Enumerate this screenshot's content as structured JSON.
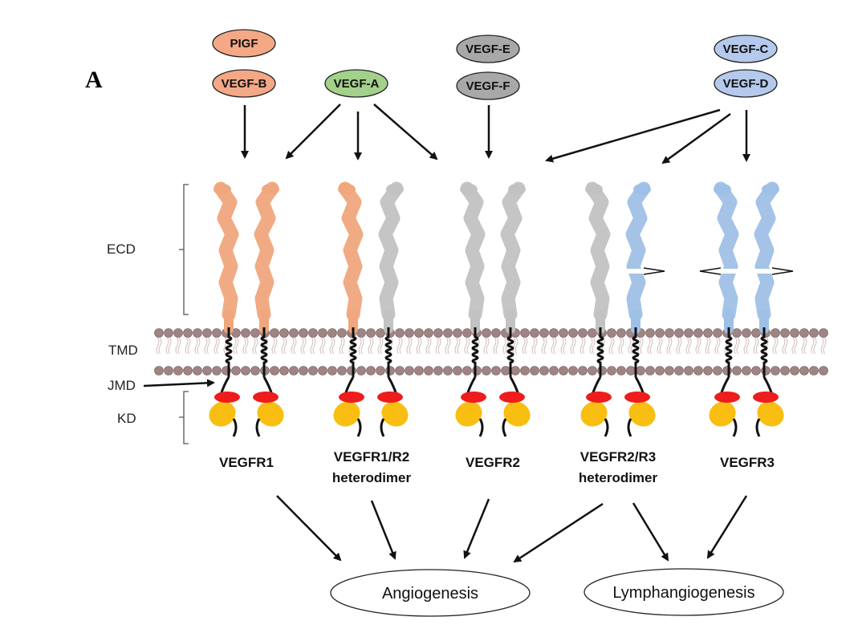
{
  "panel_label": "A",
  "colors": {
    "vegfr1": "#f0a77d",
    "vegfr2": "#c2c2c2",
    "vegfr3": "#9fc0e6",
    "ligand_orange": "#f4a886",
    "ligand_green": "#a3d08a",
    "ligand_gray": "#a8a8a8",
    "ligand_blue": "#b5c9ec",
    "lipid_head": "#a08484",
    "jmd_knob": "#ee1c1c",
    "kinase_domain": "#f8be12"
  },
  "ligands": [
    {
      "id": "pigf",
      "label": "PIGF",
      "color": "ligand_orange"
    },
    {
      "id": "vegfb",
      "label": "VEGF-B",
      "color": "ligand_orange"
    },
    {
      "id": "vegfa",
      "label": "VEGF-A",
      "color": "ligand_green"
    },
    {
      "id": "vegfe",
      "label": "VEGF-E",
      "color": "ligand_gray"
    },
    {
      "id": "vegff",
      "label": "VEGF-F",
      "color": "ligand_gray"
    },
    {
      "id": "vegfc",
      "label": "VEGF-C",
      "color": "ligand_blue"
    },
    {
      "id": "vegfd",
      "label": "VEGF-D",
      "color": "ligand_blue"
    }
  ],
  "domain_labels": {
    "ecd": "ECD",
    "tmd": "TMD",
    "jmd": "JMD",
    "kd": "KD"
  },
  "receptors": [
    {
      "line1": "VEGFR1",
      "line2": "",
      "left": "vegfr1",
      "right": "vegfr1",
      "cleave": "none"
    },
    {
      "line1": "VEGFR1/R2",
      "line2": "heterodimer",
      "left": "vegfr1",
      "right": "vegfr2",
      "cleave": "none"
    },
    {
      "line1": "VEGFR2",
      "line2": "",
      "left": "vegfr2",
      "right": "vegfr2",
      "cleave": "none"
    },
    {
      "line1": "VEGFR2/R3",
      "line2": "heterodimer",
      "left": "vegfr2",
      "right": "vegfr3",
      "cleave": "right"
    },
    {
      "line1": "VEGFR3",
      "line2": "",
      "left": "vegfr3",
      "right": "vegfr3",
      "cleave": "both"
    }
  ],
  "outcomes": {
    "angiogenesis": "Angiogenesis",
    "lymphangiogenesis": "Lymphangiogenesis"
  }
}
